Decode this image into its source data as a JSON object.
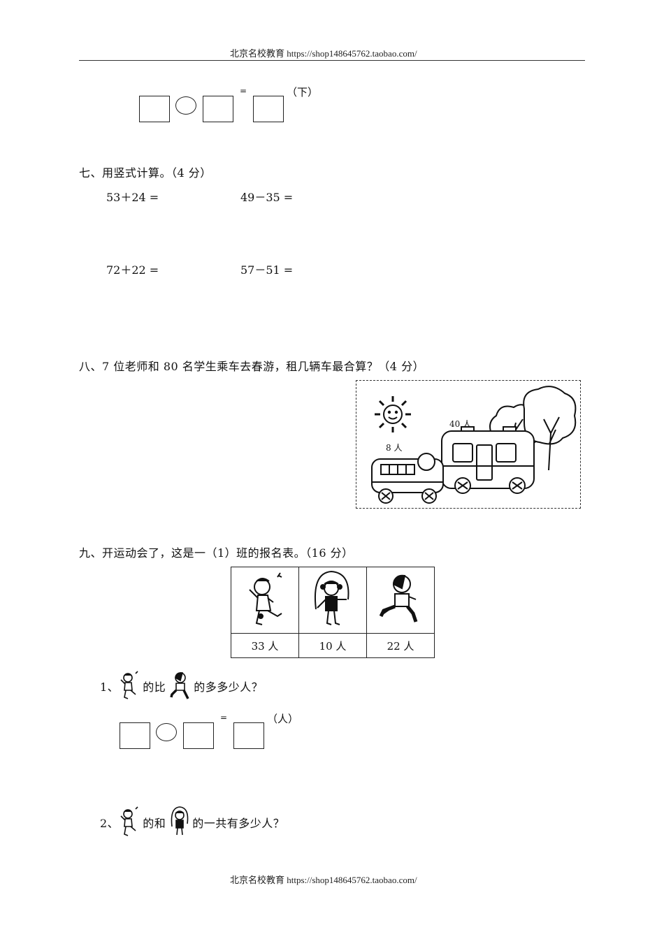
{
  "header": {
    "text": "北京名校教育 https://shop148645762.taobao.com/"
  },
  "footer": {
    "text": "北京名校教育 https://shop148645762.taobao.com/"
  },
  "top_equation": {
    "equals": "=",
    "unit": "（下）"
  },
  "section7": {
    "title": "七、用竖式计算。（4 分）",
    "problems": [
      "53＋24 =",
      "49－35 =",
      "72＋22 =",
      "57－51 ="
    ]
  },
  "section8": {
    "title": "八、7 位老师和 80 名学生乘车去春游，租几辆车最合算？（4 分）",
    "image": {
      "small_bus_label": "8 人",
      "big_bus_label": "40 人",
      "icons": [
        "sun-icon",
        "small-bus-icon",
        "big-bus-icon",
        "tree-icon"
      ]
    }
  },
  "section9": {
    "title": "九、开运动会了，这是一（1）班的报名表。（16 分）",
    "table": {
      "columns": [
        {
          "activity_icon": "running-girl-icon",
          "count": "33 人"
        },
        {
          "activity_icon": "jump-rope-girl-icon",
          "count": "10 人"
        },
        {
          "activity_icon": "running-boy-icon",
          "count": "22 人"
        }
      ]
    },
    "q1": {
      "number": "1、",
      "text_a": "的比",
      "text_b": "的多多少人？",
      "equals": "=",
      "unit": "（人）"
    },
    "q2": {
      "number": "2、",
      "text_a": "的和",
      "text_b": "的一共有多少人？"
    }
  }
}
